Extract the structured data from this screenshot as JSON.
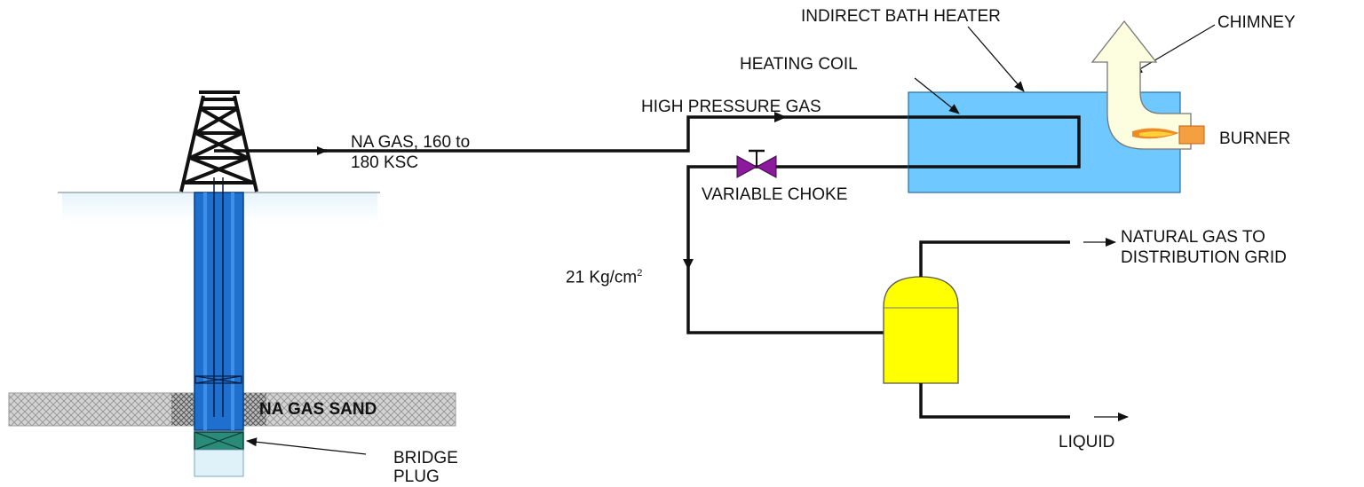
{
  "labels": {
    "indirect_bath_heater": "INDIRECT BATH HEATER",
    "chimney": "CHIMNEY",
    "heating_coil": "HEATING COIL",
    "high_pressure_gas": "HIGH PRESSURE GAS",
    "burner": "BURNER",
    "na_gas_line1": "NA GAS, 160 to",
    "na_gas_line2": "180 KSC",
    "variable_choke": "VARIABLE CHOKE",
    "pressure_value": "21 Kg/cm",
    "pressure_sup": "2",
    "natural_gas_line1": "NATURAL GAS TO",
    "natural_gas_line2": "DISTRIBUTION GRID",
    "na_gas_sand": "NA GAS SAND",
    "liquid": "LIQUID",
    "bridge_plug_line1": "BRIDGE",
    "bridge_plug_line2": "PLUG"
  },
  "colors": {
    "well_casing": "#1f6fcf",
    "bath_heater": "#6fc8ff",
    "valve": "#8b1a9c",
    "separator": "#ffff00",
    "chimney_fill": "#fdfde0",
    "burner": "#f5a040",
    "bridge_plug": "#2a8c78",
    "sand": "#d0d0d0",
    "water": "#dff2fa"
  }
}
